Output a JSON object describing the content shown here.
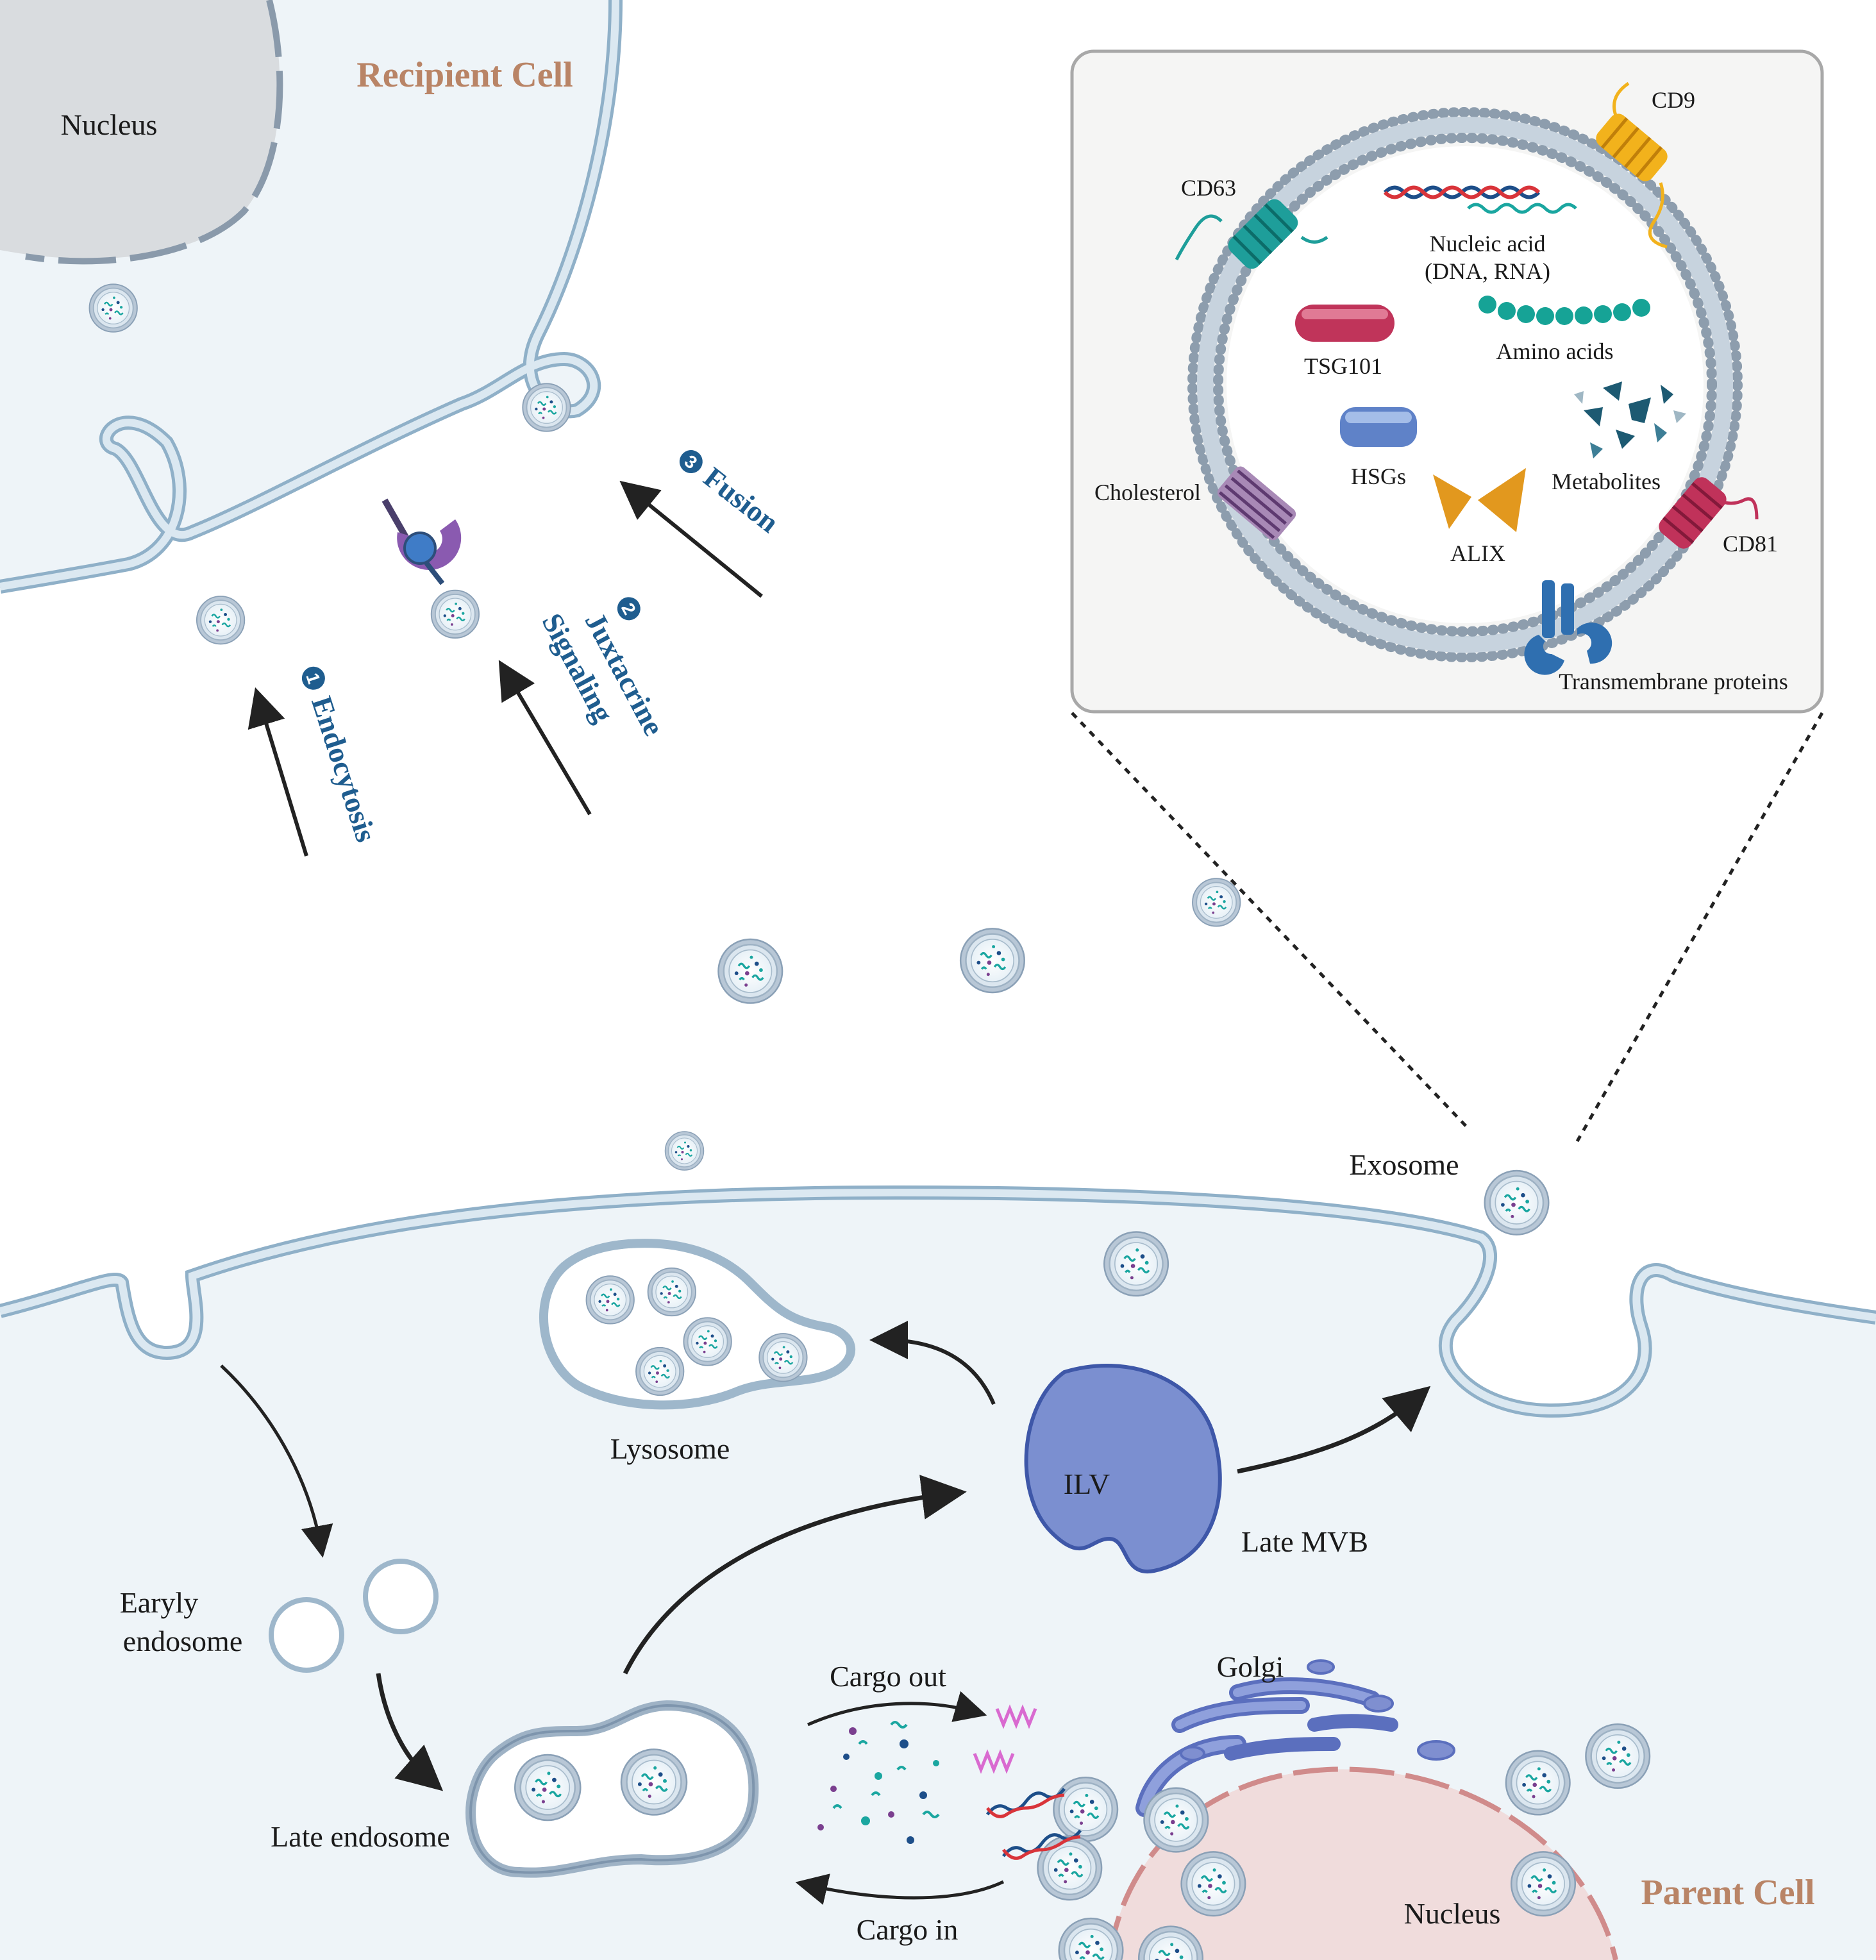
{
  "recipient_cell": {
    "title": "Recipient Cell",
    "nucleus_label": "Nucleus"
  },
  "mechanisms": [
    {
      "number": "1",
      "label": "Endocytosis"
    },
    {
      "number": "2",
      "label_line1": "Juxtacrine",
      "label_line2": "Signaling"
    },
    {
      "number": "3",
      "label": "Fusion"
    }
  ],
  "exosome_detail": {
    "labels": {
      "cd63": "CD63",
      "cd9": "CD9",
      "cd81": "CD81",
      "nucleic_acid_line1": "Nucleic acid",
      "nucleic_acid_line2": "(DNA, RNA)",
      "tsg101": "TSG101",
      "amino_acids": "Amino acids",
      "hsgs": "HSGs",
      "metabolites": "Metabolites",
      "cholesterol": "Cholesterol",
      "alix": "ALIX",
      "transmembrane": "Transmembrane proteins"
    }
  },
  "parent_cell": {
    "title": "Parent Cell",
    "nucleus_label": "Nucleus",
    "exosome_label": "Exosome",
    "lysosome_label": "Lysosome",
    "ilv_label": "ILV",
    "late_mvb_label": "Late MVB",
    "early_endosome_line1": "Earyly",
    "early_endosome_line2": "endosome",
    "late_endosome_label": "Late endosome",
    "cargo_out_label": "Cargo out",
    "cargo_in_label": "Cargo in",
    "golgi_label": "Golgi"
  },
  "colors": {
    "membrane_fill": "#c9dcea",
    "membrane_stroke": "#8fb0c8",
    "cytoplasm": "#eef4f8",
    "arrow": "#222222",
    "mechanism_text": "#1f5d8f",
    "cell_title": "#b98466",
    "mvb_fill": "#7b8fd0",
    "golgi": "#7f8fd0",
    "parent_nucleus": "#f0dcdc",
    "recipient_nucleus": "#d9dcdf",
    "cd63": "#1e9e9a",
    "cd9": "#f2b21c",
    "cd81": "#c0325a",
    "tsg101": "#c0345a",
    "amino_acids": "#16a396",
    "hsgs": "#5f82c8",
    "metabolites": "#1d5a72",
    "cholesterol": "#6b4a78",
    "alix": "#e2981e",
    "transmembrane": "#2f6fb0"
  }
}
